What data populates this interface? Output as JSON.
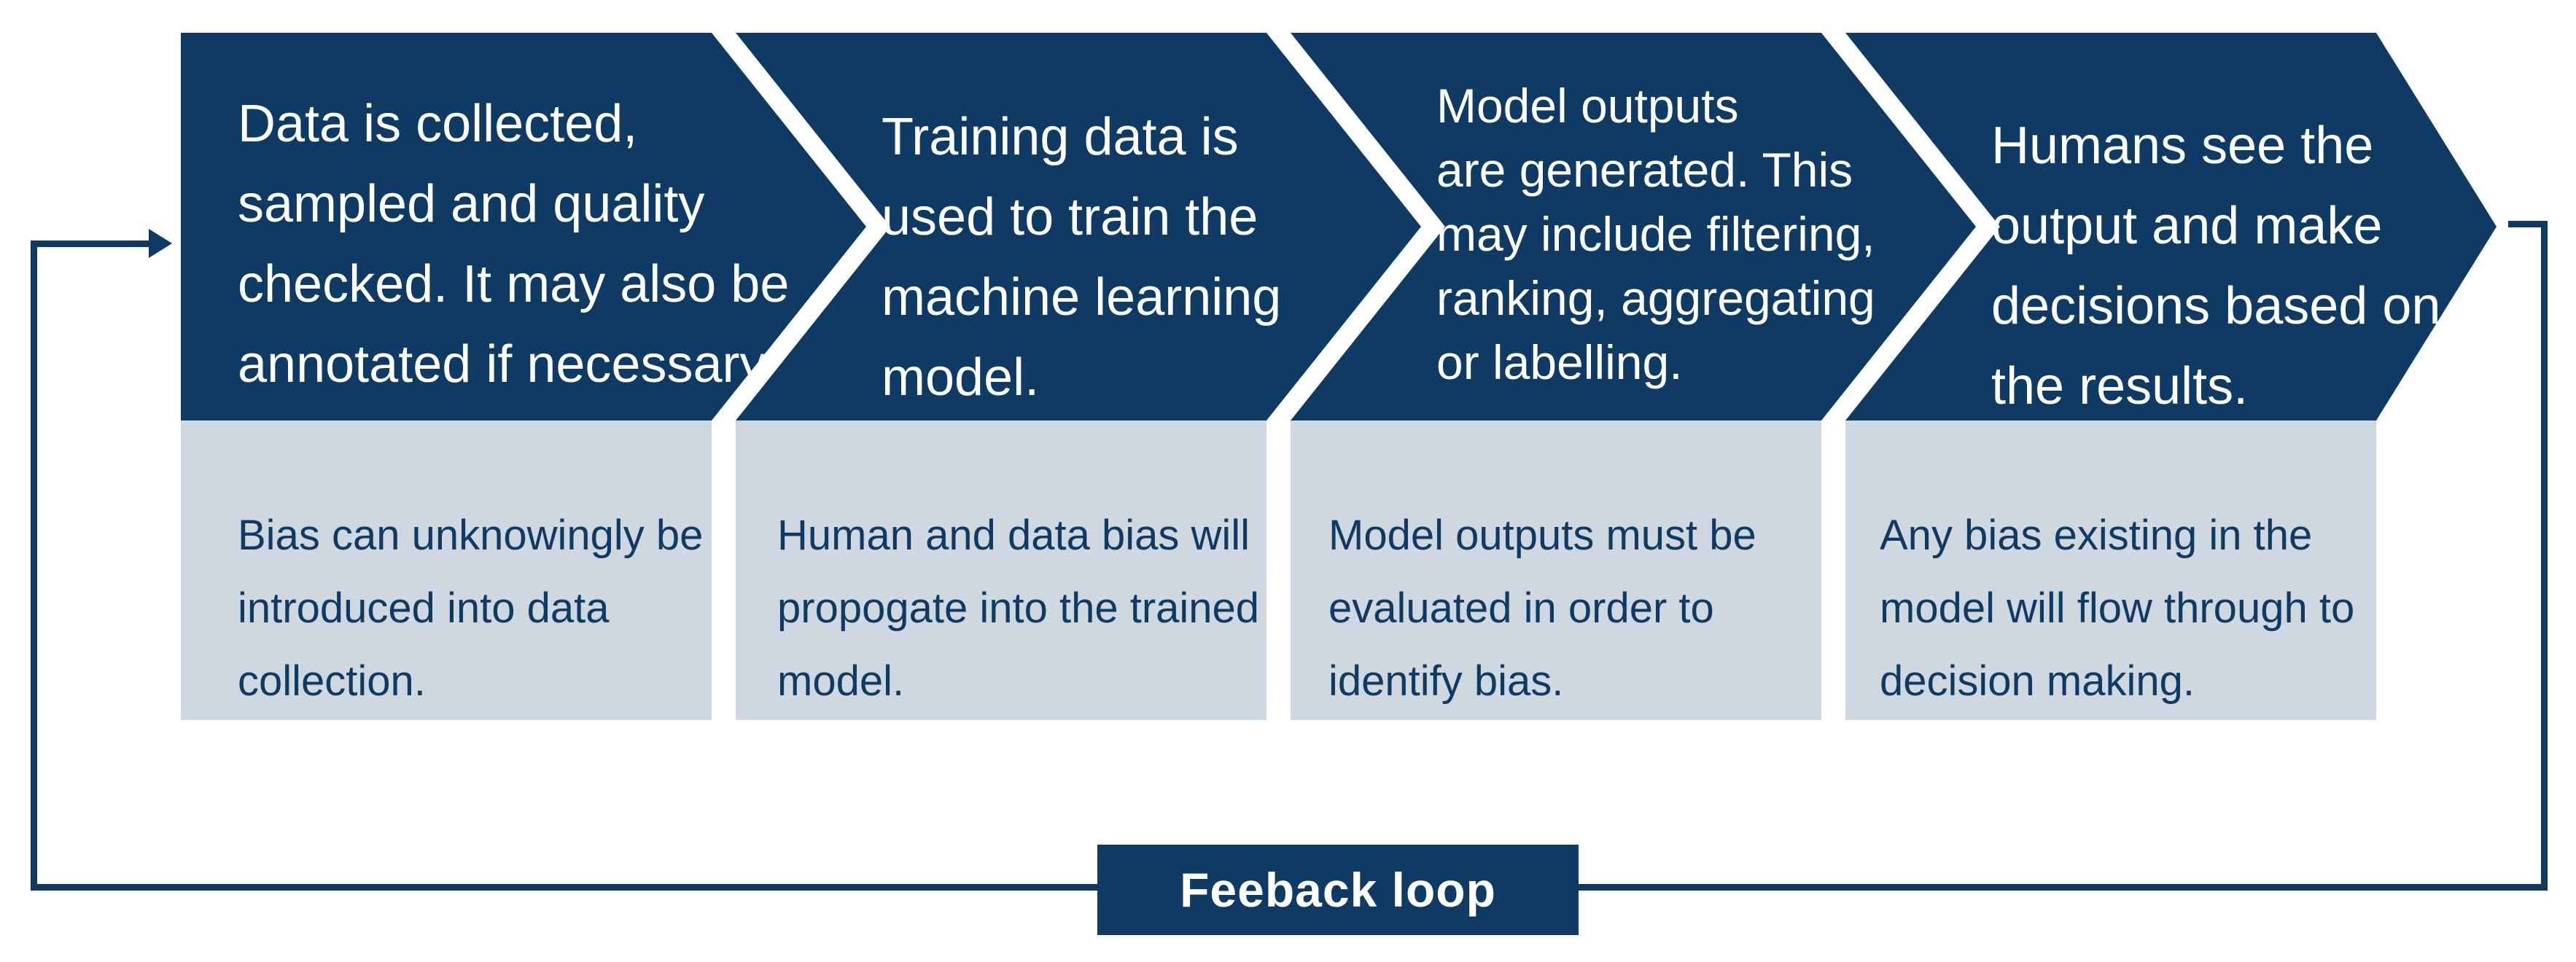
{
  "colors": {
    "navy": "#0e3a63",
    "light_box": "#cfd8e0",
    "text_on_navy": "#ffffff"
  },
  "stages": [
    {
      "step": "Data is collected,\nsampled and quality\nchecked. It may also be\nannotated if necessary.",
      "bias": "Bias can unknowingly be\nintroduced into data\ncollection."
    },
    {
      "step": "Training data is\nused to train the\nmachine learning\nmodel.",
      "bias": "Human and data bias will\npropogate into the trained\nmodel."
    },
    {
      "step": "Model outputs\nare generated. This\nmay include filtering,\nranking, aggregating\nor labelling.",
      "bias": "Model outputs must be\nevaluated in order to\nidentify bias."
    },
    {
      "step": "Humans see the\noutput and make\ndecisions based on\nthe results.",
      "bias": "Any bias existing in the\nmodel will flow through to\ndecision making."
    }
  ],
  "feedback": {
    "label": "Feeback loop"
  }
}
